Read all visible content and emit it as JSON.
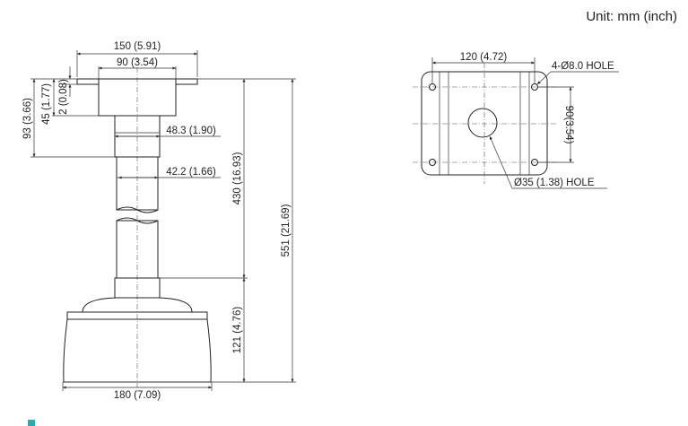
{
  "unit_label": "Unit: mm (inch)",
  "dims": {
    "top_width": "150 (5.91)",
    "inner_width": "90 (3.54)",
    "height_93": "93 (3.66)",
    "height_45": "45 (1.77)",
    "thickness": "2 (0.08)",
    "pipe_outer": "48.3 (1.90)",
    "pipe_inner": "42.2 (1.66)",
    "pipe_length": "430 (16.93)",
    "total_length": "551 (21.69)",
    "housing_height": "121 (4.76)",
    "housing_width": "180 (7.09)"
  },
  "plate": {
    "hole_spacing_x": "120 (4.72)",
    "hole_label": "4-Ø8.0 HOLE",
    "hole_spacing_y": "90(3.54)",
    "center_hole": "Ø35 (1.38) HOLE"
  },
  "colors": {
    "line": "#222222",
    "accent": "#2aa9b6"
  }
}
